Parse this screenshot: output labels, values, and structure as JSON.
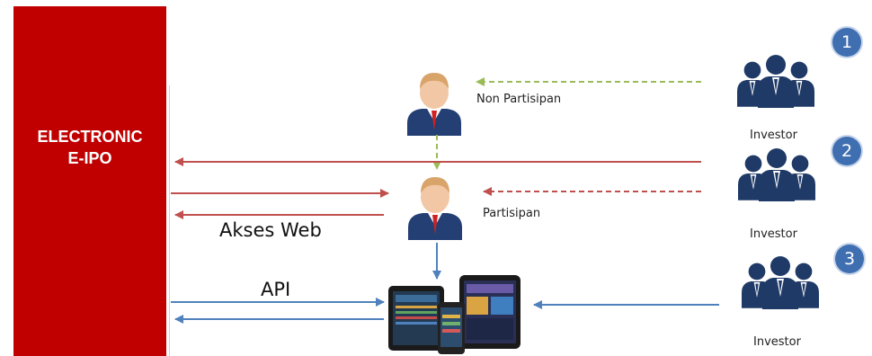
{
  "system": {
    "title_line1": "ELECTRONIC",
    "title_line2": "E-IPO"
  },
  "labels": {
    "non_participant": "Non Partisipan",
    "participant": "Partisipan",
    "web_access": "Akses Web",
    "api": "API"
  },
  "investors": [
    {
      "number": "1",
      "label": "Investor"
    },
    {
      "number": "2",
      "label": "Investor"
    },
    {
      "number": "3",
      "label": "Investor"
    }
  ],
  "colors": {
    "system_red": "#c00000",
    "arrow_red": "#c0504d",
    "arrow_green": "#9bbb59",
    "arrow_blue": "#4f81bd",
    "badge_blue": "#3f6fb0",
    "person_navy": "#1f3a66"
  }
}
